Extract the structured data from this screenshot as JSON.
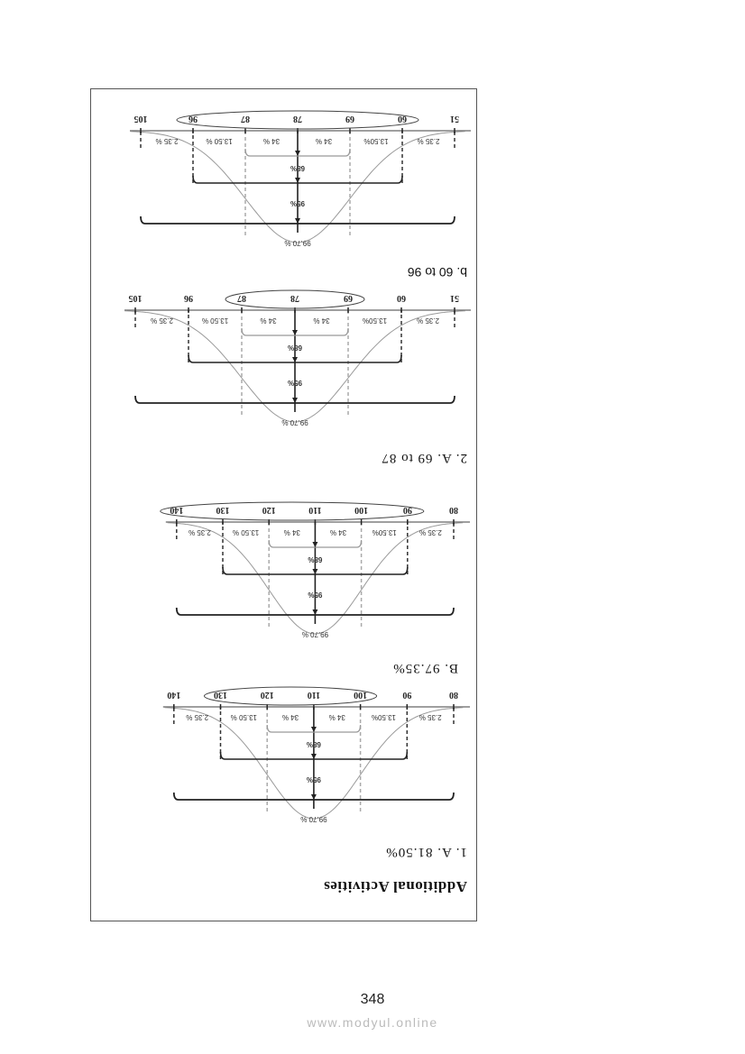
{
  "page": {
    "title": "Additional Activities",
    "answers": [
      "1. A. 81.50%",
      "B. 97.35%",
      "2. A. 69  to 87",
      "b. 60 to 96"
    ],
    "page_number": "348",
    "watermark": "www.modyul.online"
  },
  "chart_data": [
    {
      "type": "normal-curve",
      "ticks": [
        "80",
        "90",
        "100",
        "110",
        "120",
        "130",
        "140"
      ],
      "mean": 110,
      "sd": 10,
      "highlight": [
        "100",
        "130"
      ],
      "segment_labels": [
        "2.35 %",
        "13.50%",
        "34 %",
        "34 %",
        "13.50 %",
        "2.35 %"
      ],
      "bracket_labels": [
        "68%",
        "95%",
        "99.70 %"
      ]
    },
    {
      "type": "normal-curve",
      "ticks": [
        "80",
        "90",
        "100",
        "110",
        "120",
        "130",
        "140"
      ],
      "mean": 110,
      "sd": 10,
      "highlight": [
        "90",
        "140"
      ],
      "segment_labels": [
        "2.35 %",
        "13.50%",
        "34 %",
        "34 %",
        "13.50 %",
        "2.35 %"
      ],
      "bracket_labels": [
        "68%",
        "95%",
        "99.70 %"
      ]
    },
    {
      "type": "normal-curve",
      "ticks": [
        "51",
        "60",
        "69",
        "78",
        "87",
        "96",
        "105"
      ],
      "mean": 78,
      "sd": 9,
      "highlight": [
        "69",
        "87"
      ],
      "segment_labels": [
        "2.35 %",
        "13.50%",
        "34 %",
        "34 %",
        "13.50 %",
        "2.35 %"
      ],
      "bracket_labels": [
        "68%",
        "95%",
        "99.70 %"
      ]
    },
    {
      "type": "normal-curve",
      "ticks": [
        "51",
        "60",
        "69",
        "78",
        "87",
        "96",
        "105"
      ],
      "mean": 78,
      "sd": 9,
      "highlight": [
        "60",
        "96"
      ],
      "segment_labels": [
        "2.35 %",
        "13.50%",
        "34 %",
        "34 %",
        "13.50 %",
        "2.35 %"
      ],
      "bracket_labels": [
        "68%",
        "95%",
        "99.70 %"
      ]
    }
  ]
}
